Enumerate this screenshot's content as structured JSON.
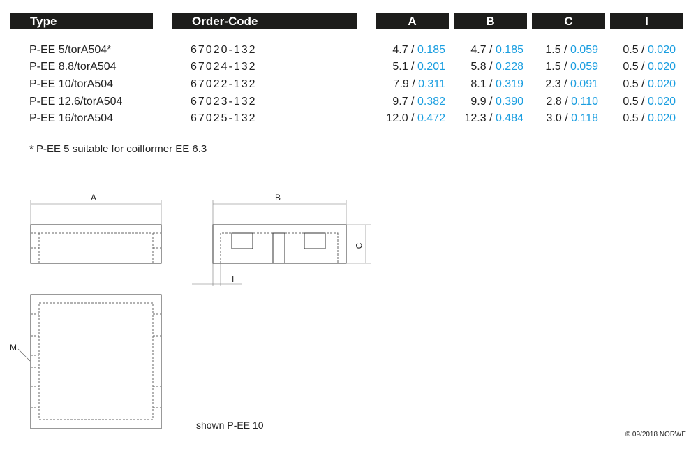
{
  "table": {
    "headers": [
      "Type",
      "Order-Code",
      "A",
      "B",
      "C",
      "I"
    ],
    "rows": [
      {
        "type": "P-EE 5/torA504*",
        "code": "67020-132",
        "A": [
          "4.7",
          "0.185"
        ],
        "B": [
          "4.7",
          "0.185"
        ],
        "C": [
          "1.5",
          "0.059"
        ],
        "I": [
          "0.5",
          "0.020"
        ]
      },
      {
        "type": "P-EE 8.8/torA504",
        "code": "67024-132",
        "A": [
          "5.1",
          "0.201"
        ],
        "B": [
          "5.8",
          "0.228"
        ],
        "C": [
          "1.5",
          "0.059"
        ],
        "I": [
          "0.5",
          "0.020"
        ]
      },
      {
        "type": "P-EE 10/torA504",
        "code": "67022-132",
        "A": [
          "7.9",
          "0.311"
        ],
        "B": [
          "8.1",
          "0.319"
        ],
        "C": [
          "2.3",
          "0.091"
        ],
        "I": [
          "0.5",
          "0.020"
        ]
      },
      {
        "type": "P-EE 12.6/torA504",
        "code": "67023-132",
        "A": [
          "9.7",
          "0.382"
        ],
        "B": [
          "9.9",
          "0.390"
        ],
        "C": [
          "2.8",
          "0.110"
        ],
        "I": [
          "0.5",
          "0.020"
        ]
      },
      {
        "type": "P-EE 16/torA504",
        "code": "67025-132",
        "A": [
          "12.0",
          "0.472"
        ],
        "B": [
          "12.3",
          "0.484"
        ],
        "C": [
          "3.0",
          "0.118"
        ],
        "I": [
          "0.5",
          "0.020"
        ]
      }
    ]
  },
  "footnote": "* P-EE 5 suitable for coilformer EE 6.3",
  "drawing": {
    "label_a": "A",
    "label_b": "B",
    "label_c": "C",
    "label_i": "I",
    "label_m": "M",
    "caption": "shown P-EE 10"
  },
  "copyright": "© 09/2018 NORWE",
  "colors": {
    "header": "#1d1d1b",
    "inch": "#1a9ee0"
  }
}
